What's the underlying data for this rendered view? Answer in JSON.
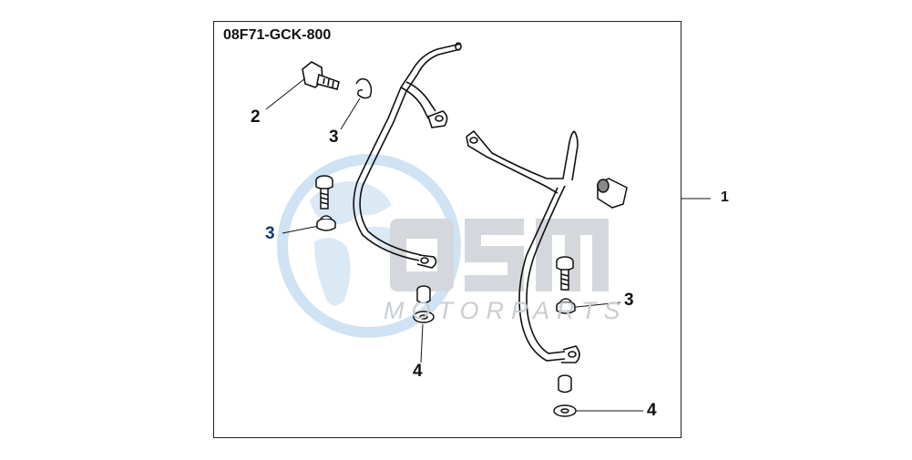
{
  "part_code": "08F71-GCK-800",
  "callouts": {
    "c1": "1",
    "c2": "2",
    "c3a": "3",
    "c3b": "3",
    "c3c": "3",
    "c4a": "4",
    "c4b": "4"
  },
  "watermark": {
    "logo": "OSM",
    "text": "MOTORPARTS"
  },
  "colors": {
    "line": "#111111",
    "watermark_globe": "#dbe9f5",
    "watermark_letters": "#d4d8dc"
  }
}
